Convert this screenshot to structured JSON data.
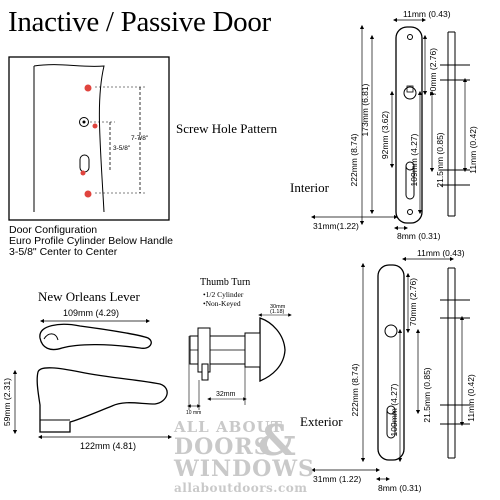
{
  "title": "Inactive / Passive Door",
  "screw_hole_pattern": {
    "label": "Screw Hole Pattern",
    "dim_outer": "7-7/8\"",
    "dim_inner": "3-5/8\""
  },
  "door_configuration": {
    "line1": "Door Configuration",
    "line2": "Euro Profile Cylinder Below Handle",
    "line3": "3-5/8\" Center to Center"
  },
  "lever": {
    "label": "New Orleans Lever",
    "width": "109mm (4.29)",
    "length": "122mm (4.81)",
    "height": "59mm (2.31)"
  },
  "thumb_turn": {
    "label": "Thumb Turn",
    "note1": "•1/2 Cylinder",
    "note2": "•Non-Keyed",
    "dim_top_a": "30mm",
    "dim_top_b": "(1.18)",
    "dim_32": "32mm",
    "dim_10": "10 mm"
  },
  "interior": {
    "label": "Interior",
    "top_width": "11mm (0.43)",
    "dim_222": "222mm (8.74)",
    "dim_173": "173mm (6.81)",
    "dim_70": "70mm (2.76)",
    "dim_92": "92mm (3.62)",
    "dim_109": "109mm (4.27)",
    "dim_21_5": "21.5mm (0.85)",
    "dim_11_side": "11mm (0.42)",
    "dim_31": "31mm(1.22)",
    "dim_8": "8mm (0.31)"
  },
  "exterior": {
    "label": "Exterior",
    "top_width": "11mm (0.43)",
    "dim_222": "222mm (8.74)",
    "dim_70": "70mm (2.76)",
    "dim_109": "109mm (4.27)",
    "dim_21_5": "21.5mm (0.85)",
    "dim_11_side": "11mm (0.42)",
    "dim_31": "31mm (1.22)",
    "dim_8": "8mm (0.31)"
  },
  "logo": {
    "line1": "ALL ABOUT",
    "line2": "DOORS",
    "amp": "&",
    "line3": "WINDOWS",
    "url": "allaboutdoors.com"
  },
  "colors": {
    "screw_hole": "#e0443e",
    "logo_grey": "#c9c9c9"
  }
}
